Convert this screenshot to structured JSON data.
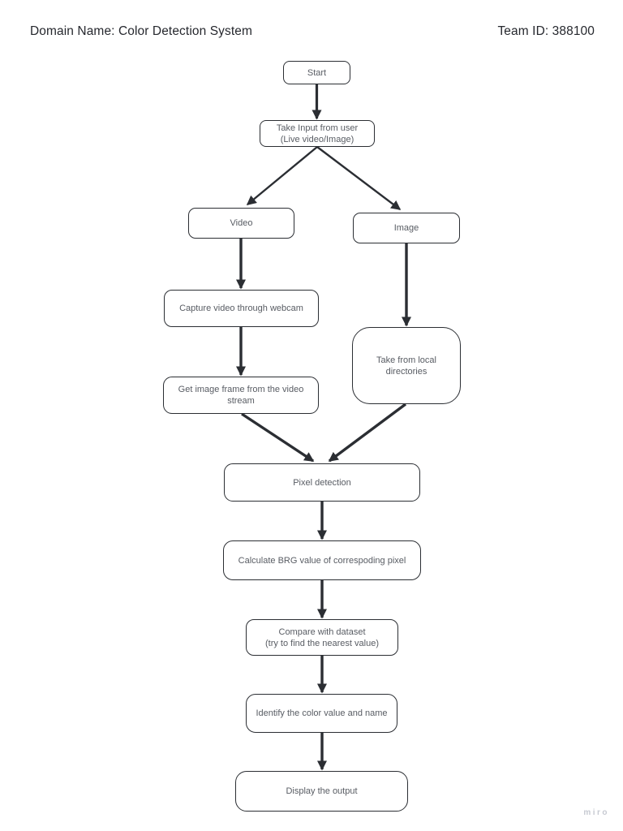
{
  "header": {
    "domain_label": "Domain Name: Color Detection System",
    "team_label": "Team ID: 388100"
  },
  "diagram": {
    "type": "flowchart",
    "nodes": {
      "start": {
        "lines": [
          "Start"
        ]
      },
      "take_input": {
        "lines": [
          "Take Input from user",
          "(Live video/Image)"
        ]
      },
      "video": {
        "lines": [
          "Video"
        ]
      },
      "image": {
        "lines": [
          "Image"
        ]
      },
      "capture": {
        "lines": [
          "Capture video through webcam"
        ]
      },
      "get_frame": {
        "lines": [
          "Get image frame from the video",
          "stream"
        ]
      },
      "local_dir": {
        "lines": [
          "Take from local",
          "directories"
        ]
      },
      "pixel": {
        "lines": [
          "Pixel detection"
        ]
      },
      "calc": {
        "lines": [
          "Calculate BRG value of correspoding pixel"
        ]
      },
      "compare": {
        "lines": [
          "Compare with dataset",
          "(try to find the nearest value)"
        ]
      },
      "identify": {
        "lines": [
          "Identify the color value and name"
        ]
      },
      "display": {
        "lines": [
          "Display the output"
        ]
      }
    },
    "edges": [
      {
        "from": "start",
        "to": "take_input"
      },
      {
        "from": "take_input",
        "to": "video"
      },
      {
        "from": "take_input",
        "to": "image"
      },
      {
        "from": "video",
        "to": "capture"
      },
      {
        "from": "capture",
        "to": "get_frame"
      },
      {
        "from": "image",
        "to": "local_dir"
      },
      {
        "from": "get_frame",
        "to": "pixel"
      },
      {
        "from": "local_dir",
        "to": "pixel"
      },
      {
        "from": "pixel",
        "to": "calc"
      },
      {
        "from": "calc",
        "to": "compare"
      },
      {
        "from": "compare",
        "to": "identify"
      },
      {
        "from": "identify",
        "to": "display"
      }
    ],
    "colors": {
      "node_border": "#2b2e33",
      "node_fill": "#ffffff",
      "node_text": "#585c63",
      "arrow": "#2b2e33",
      "header_text": "#26282e",
      "watermark_text": "#c7cad2"
    }
  },
  "watermark": {
    "label": "miro"
  }
}
